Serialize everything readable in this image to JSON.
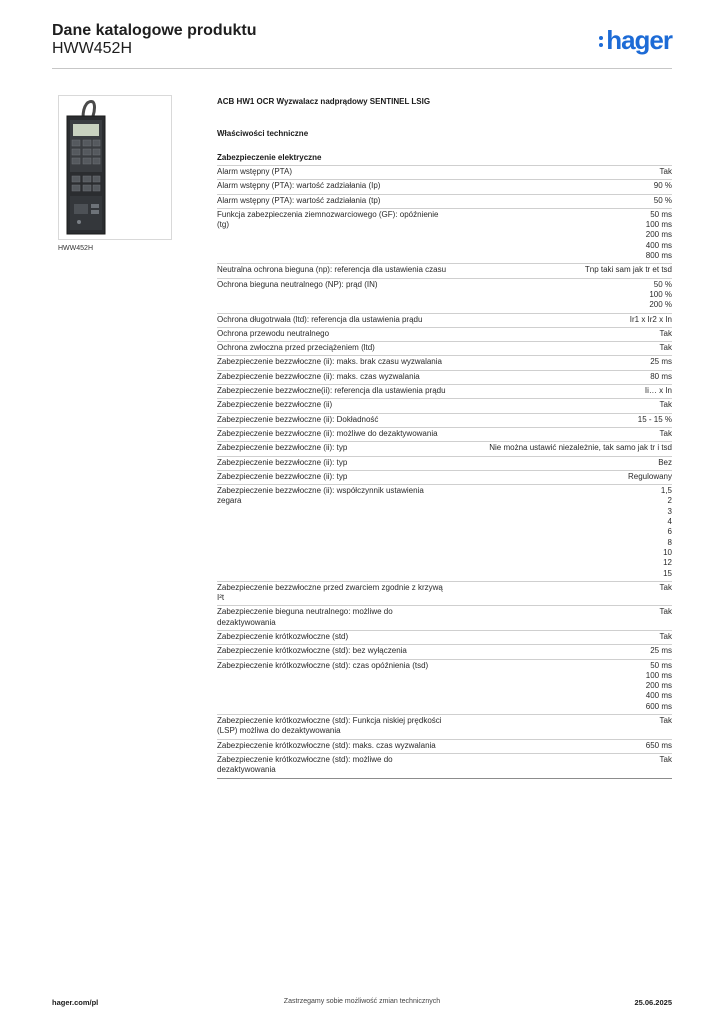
{
  "header": {
    "title": "Dane katalogowe produktu",
    "code": "HWW452H",
    "logo_text": "hager",
    "brand_color": "#1d6bd6"
  },
  "product": {
    "image_icon": "trip-unit-icon",
    "caption": "HWW452H",
    "name": "ACB HW1 OCR Wyzwalacz nadprądowy SENTINEL LSIG"
  },
  "sections": {
    "technical": "Właściwości techniczne",
    "electrical": "Zabezpieczenie elektryczne"
  },
  "rows": [
    {
      "k": "Alarm wstępny (PTA)",
      "v": [
        "Tak"
      ]
    },
    {
      "k": "Alarm wstępny (PTA): wartość zadziałania (Ip)",
      "v": [
        "90 %"
      ]
    },
    {
      "k": "Alarm wstępny (PTA): wartość zadziałania (tp)",
      "v": [
        "50 %"
      ]
    },
    {
      "k": "Funkcja zabezpieczenia ziemnozwarciowego (GF): opóźnienie (tg)",
      "v": [
        "50 ms",
        "100 ms",
        "200 ms",
        "400 ms",
        "800 ms"
      ]
    },
    {
      "k": "Neutralna ochrona bieguna (np): referencja dla ustawienia czasu",
      "v": [
        "Tnp taki sam jak tr et tsd"
      ]
    },
    {
      "k": "Ochrona bieguna neutralnego (NP): prąd (IN)",
      "v": [
        "50 %",
        "100 %",
        "200 %"
      ]
    },
    {
      "k": "Ochrona długotrwała (ltd): referencja dla ustawienia prądu",
      "v": [
        "Ir1 x Ir2 x In"
      ]
    },
    {
      "k": "Ochrona przewodu neutralnego",
      "v": [
        "Tak"
      ]
    },
    {
      "k": "Ochrona zwłoczna przed przeciążeniem (ltd)",
      "v": [
        "Tak"
      ]
    },
    {
      "k": "Zabezpieczenie bezzwłoczne (ii): maks. brak czasu wyzwalania",
      "v": [
        "25 ms"
      ]
    },
    {
      "k": "Zabezpieczenie bezzwłoczne (ii): maks. czas wyzwalania",
      "v": [
        "80 ms"
      ]
    },
    {
      "k": "Zabezpieczenie bezzwłoczne(ii): referencja dla ustawienia prądu",
      "v": [
        "Ii… x In"
      ]
    },
    {
      "k": "Zabezpieczenie bezzwłoczne (ii)",
      "v": [
        "Tak"
      ]
    },
    {
      "k": "Zabezpieczenie bezzwłoczne (ii): Dokładność",
      "v": [
        "15 - 15 %"
      ]
    },
    {
      "k": "Zabezpieczenie bezzwłoczne (ii): możliwe do dezaktywowania",
      "v": [
        "Tak"
      ]
    },
    {
      "k": "Zabezpieczenie bezzwłoczne (ii): typ",
      "v": [
        "Nie można ustawić niezależnie, tak samo jak tr i tsd"
      ]
    },
    {
      "k": "Zabezpieczenie bezzwłoczne (ii): typ",
      "v": [
        "Bez"
      ]
    },
    {
      "k": "Zabezpieczenie bezzwłoczne (ii): typ",
      "v": [
        "Regulowany"
      ]
    },
    {
      "k": "Zabezpieczenie bezzwłoczne (ii): współczynnik ustawienia zegara",
      "v": [
        "1,5",
        "2",
        "3",
        "4",
        "6",
        "8",
        "10",
        "12",
        "15"
      ]
    },
    {
      "k": "Zabezpieczenie bezzwłoczne przed zwarciem zgodnie z krzywą I²t",
      "v": [
        "Tak"
      ]
    },
    {
      "k": "Zabezpieczenie bieguna neutralnego: możliwe do dezaktywowania",
      "v": [
        "Tak"
      ]
    },
    {
      "k": "Zabezpieczenie krótkozwłoczne (std)",
      "v": [
        "Tak"
      ]
    },
    {
      "k": "Zabezpieczenie krótkozwłoczne (std): bez wyłączenia",
      "v": [
        "25 ms"
      ]
    },
    {
      "k": "Zabezpieczenie krótkozwłoczne (std): czas opóźnienia (tsd)",
      "v": [
        "50 ms",
        "100 ms",
        "200 ms",
        "400 ms",
        "600 ms"
      ]
    },
    {
      "k": "Zabezpieczenie krótkozwłoczne (std): Funkcja niskiej prędkości (LSP) możliwa do dezaktywowania",
      "v": [
        "Tak"
      ]
    },
    {
      "k": "Zabezpieczenie krótkozwłoczne (std): maks. czas wyzwalania",
      "v": [
        "650 ms"
      ]
    },
    {
      "k": "Zabezpieczenie krótkozwłoczne (std): możliwe do dezaktywowania",
      "v": [
        "Tak"
      ]
    }
  ],
  "footer": {
    "website": "hager.com/pl",
    "notice": "Zastrzegamy sobie możliwość zmian technicznych",
    "date": "25.06.2025"
  }
}
